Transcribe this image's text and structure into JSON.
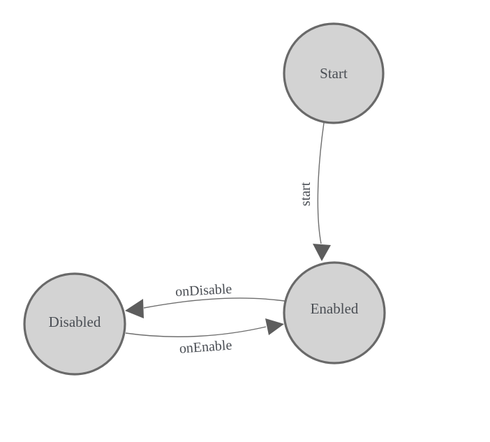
{
  "diagram": {
    "type": "state-machine",
    "nodes": [
      {
        "id": "start",
        "label": "Start"
      },
      {
        "id": "enabled",
        "label": "Enabled"
      },
      {
        "id": "disabled",
        "label": "Disabled"
      }
    ],
    "edges": [
      {
        "from": "Start",
        "to": "Enabled",
        "label": "start"
      },
      {
        "from": "Enabled",
        "to": "Disabled",
        "label": "onDisable"
      },
      {
        "from": "Disabled",
        "to": "Enabled",
        "label": "onEnable"
      }
    ],
    "colors": {
      "node_fill": "#d3d3d3",
      "node_stroke": "#696969",
      "edge_line": "#6e6e6e",
      "arrowhead": "#5d5d5d",
      "label_text": "#4a4e54",
      "background": "#ffffff"
    }
  }
}
